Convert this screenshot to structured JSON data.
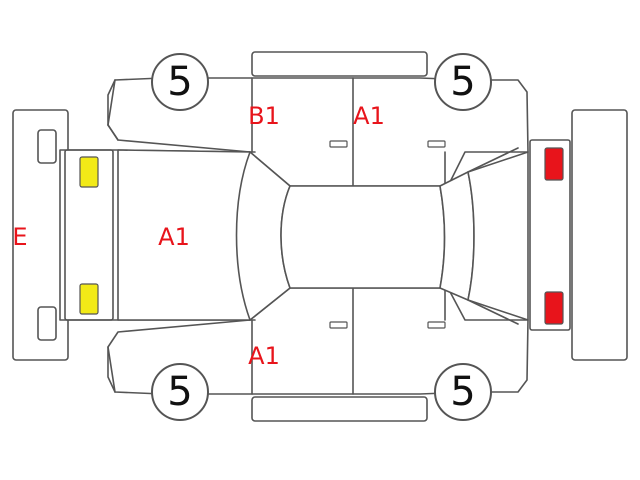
{
  "colors": {
    "outline": "#555555",
    "damage_text": "#e8141b",
    "grade_text": "#111111",
    "front_lamp": "#f2ea17",
    "rear_lamp": "#e8141b"
  },
  "tire_grades": {
    "top_left": "5",
    "top_right": "5",
    "bottom_left": "5",
    "bottom_right": "5"
  },
  "damage_marks": {
    "front_bumper": "E",
    "hood": "A1",
    "left_front_door": "B1",
    "left_rear_door": "A1",
    "right_front_door": "A1"
  }
}
